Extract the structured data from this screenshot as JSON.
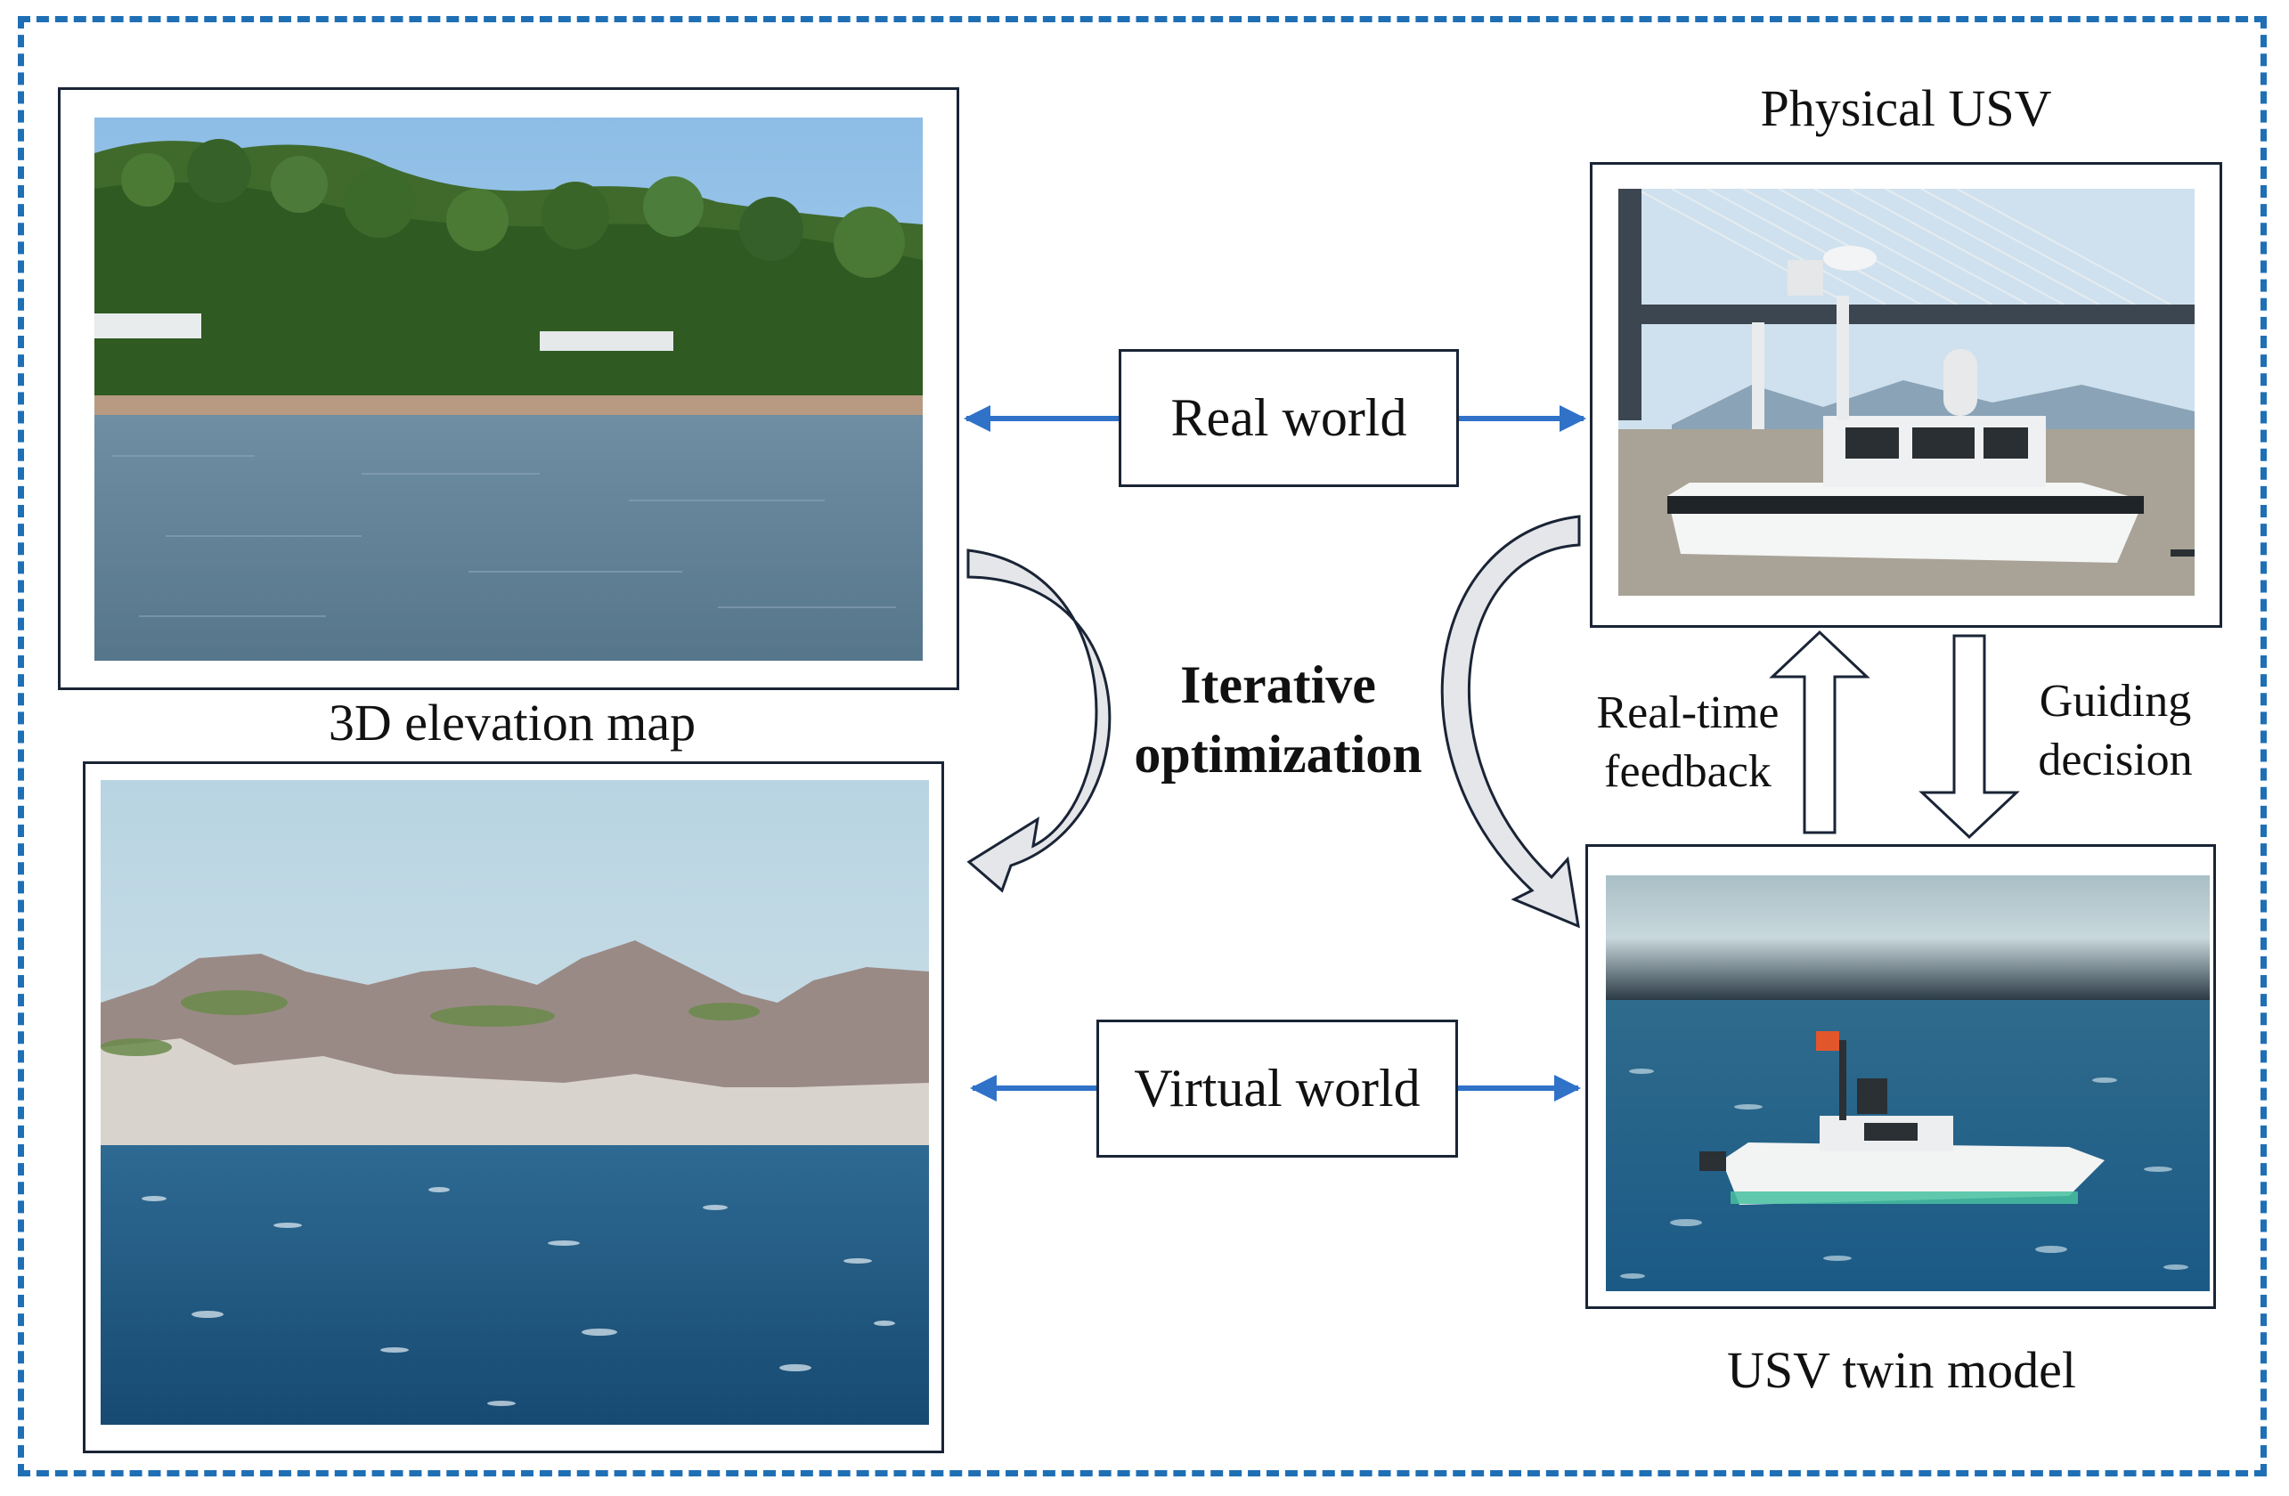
{
  "labels": {
    "physical_usv": "Physical USV",
    "elevation_map": "3D elevation map",
    "usv_twin": "USV twin model",
    "real_world": "Real world",
    "virtual_world": "Virtual world",
    "iterative_line1": "Iterative",
    "iterative_line2": "optimization",
    "realtime_line1": "Real-time",
    "realtime_line2": "feedback",
    "guiding_line1": "Guiding",
    "guiding_line2": "decision"
  },
  "colors": {
    "frame_dash": "#1f6fb5",
    "arrow_blue": "#2f72c8",
    "panel_border": "#1a2436",
    "curved_arrow_fill": "#e4e6e9"
  },
  "images": {
    "real_coast": "photo of green hillside over calm sea",
    "physical_boat": "photo of white unmanned surface vessel near a cable-stayed bridge",
    "virtual_coast": "rendered cliffs over deep blue sea",
    "twin_boat": "rendered white USV model on blue sea"
  }
}
